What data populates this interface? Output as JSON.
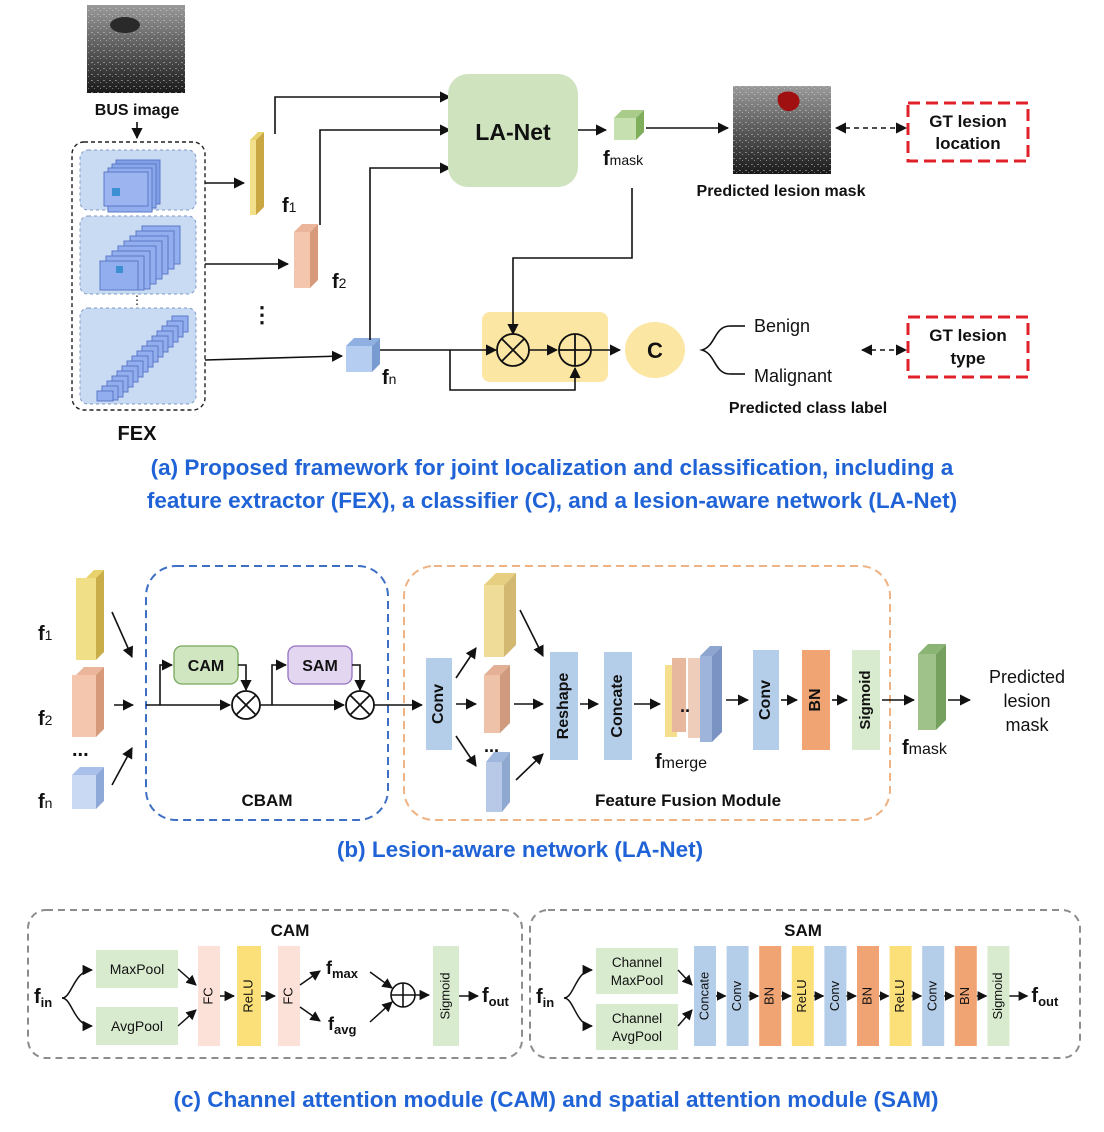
{
  "panel_a": {
    "bus_image": "BUS image",
    "fex": "FEX",
    "f1": "f",
    "f1_sub": "1",
    "f2": "f",
    "f2_sub": "2",
    "fn": "f",
    "fn_sub": "n",
    "dots": "⋮",
    "lanet": "LA-Net",
    "fmask": "f",
    "fmask_sub": "mask",
    "pred_mask": "Predicted lesion mask",
    "gt_loc_1": "GT lesion",
    "gt_loc_2": "location",
    "classifier": "C",
    "benign": "Benign",
    "malignant": "Malignant",
    "pred_class": "Predicted class label",
    "gt_type_1": "GT lesion",
    "gt_type_2": "type",
    "caption_1": "(a) Proposed framework for joint localization and classification, including a",
    "caption_2": "feature extractor (FEX), a classifier (C), and a lesion-aware network (LA-Net)"
  },
  "panel_b": {
    "f1": "f",
    "f1_sub": "1",
    "f2": "f",
    "f2_sub": "2",
    "fn": "f",
    "fn_sub": "n",
    "dots": "...",
    "cam": "CAM",
    "sam": "SAM",
    "cbam": "CBAM",
    "conv": "Conv",
    "dots2": "...",
    "reshape": "Reshape",
    "concate": "Concate",
    "merge_dots": "..",
    "fmerge": "f",
    "fmerge_sub": "merge",
    "conv2": "Conv",
    "bn": "BN",
    "sigmoid": "Sigmoid",
    "fmask": "f",
    "fmask_sub": "mask",
    "pred_1": "Predicted",
    "pred_2": "lesion",
    "pred_3": "mask",
    "ffm": "Feature Fusion Module",
    "caption": "(b) Lesion-aware network (LA-Net)"
  },
  "panel_c": {
    "cam_title": "CAM",
    "fin": "f",
    "fin_sub": "in",
    "maxpool": "MaxPool",
    "avgpool": "AvgPool",
    "fc1": "FC",
    "relu": "ReLU",
    "fc2": "FC",
    "fmax": "f",
    "fmax_sub": "max",
    "favg": "f",
    "favg_sub": "avg",
    "sigmoid": "Sigmoid",
    "fout": "f",
    "fout_sub": "out",
    "sam_title": "SAM",
    "fin2": "f",
    "fin2_sub": "in",
    "ch_max_1": "Channel",
    "ch_max_2": "MaxPool",
    "ch_avg_1": "Channel",
    "ch_avg_2": "AvgPool",
    "s_concate": "Concate",
    "s_conv1": "Conv",
    "s_bn1": "BN",
    "s_relu1": "ReLU",
    "s_conv2": "Conv",
    "s_bn2": "BN",
    "s_relu2": "ReLU",
    "s_conv3": "Conv",
    "s_bn3": "BN",
    "s_sigmoid": "Sigmoid",
    "fout2": "f",
    "fout2_sub": "out",
    "caption": "(c) Channel attention module (CAM) and spatial attention module (SAM)"
  },
  "colors": {
    "caption_blue": "#1f63d6",
    "lanet_green": "#cfe3bf",
    "fusion_yellow": "#fbe6a3",
    "gt_red": "#e0202a",
    "cbam_blue": "#3e6fc4",
    "ffm_orange": "#eeb283",
    "box_blue": "#b4cde8",
    "bn_orange": "#f0a474",
    "relu_yellow": "#fbe07a",
    "fc_pink": "#fbe1d8",
    "sig_green": "#d8ebcf"
  }
}
